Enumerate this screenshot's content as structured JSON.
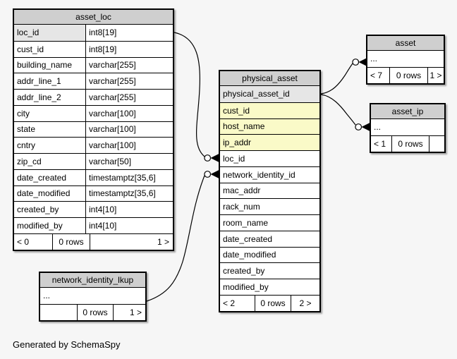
{
  "page": {
    "generator_note": "Generated by SchemaSpy"
  },
  "colors": {
    "background": "#f6f6f6",
    "table_header": "#cfcfcf",
    "primary_key_row": "#e6e6e6",
    "indexed_column_row": "#fafac8",
    "border": "#000000"
  },
  "tables": {
    "asset_loc": {
      "title": "asset_loc",
      "columns": [
        {
          "name": "loc_id",
          "type": "int8[19]"
        },
        {
          "name": "cust_id",
          "type": "int8[19]"
        },
        {
          "name": "building_name",
          "type": "varchar[255]"
        },
        {
          "name": "addr_line_1",
          "type": "varchar[255]"
        },
        {
          "name": "addr_line_2",
          "type": "varchar[255]"
        },
        {
          "name": "city",
          "type": "varchar[100]"
        },
        {
          "name": "state",
          "type": "varchar[100]"
        },
        {
          "name": "cntry",
          "type": "varchar[100]"
        },
        {
          "name": "zip_cd",
          "type": "varchar[50]"
        },
        {
          "name": "date_created",
          "type": "timestamptz[35,6]"
        },
        {
          "name": "date_modified",
          "type": "timestamptz[35,6]"
        },
        {
          "name": "created_by",
          "type": "int4[10]"
        },
        {
          "name": "modified_by",
          "type": "int4[10]"
        }
      ],
      "footer": {
        "prev": "< 0",
        "rows": "0 rows",
        "next": "1 >"
      }
    },
    "physical_asset": {
      "title": "physical_asset",
      "columns": [
        {
          "name": "physical_asset_id"
        },
        {
          "name": "cust_id"
        },
        {
          "name": "host_name"
        },
        {
          "name": "ip_addr"
        },
        {
          "name": "loc_id"
        },
        {
          "name": "network_identity_id"
        },
        {
          "name": "mac_addr"
        },
        {
          "name": "rack_num"
        },
        {
          "name": "room_name"
        },
        {
          "name": "date_created"
        },
        {
          "name": "date_modified"
        },
        {
          "name": "created_by"
        },
        {
          "name": "modified_by"
        }
      ],
      "footer": {
        "prev": "< 2",
        "rows": "0 rows",
        "next": "2 >"
      }
    },
    "asset": {
      "title": "asset",
      "ellipsis": "...",
      "footer": {
        "prev": "< 7",
        "rows": "0 rows",
        "next": "1 >"
      }
    },
    "asset_ip": {
      "title": "asset_ip",
      "ellipsis": "...",
      "footer": {
        "prev": "< 1",
        "rows": "0 rows",
        "next": ""
      }
    },
    "network_identity_lkup": {
      "title": "network_identity_lkup",
      "ellipsis": "...",
      "footer": {
        "prev": "",
        "rows": "0 rows",
        "next": "1 >"
      }
    }
  },
  "relationships": [
    {
      "from": "asset_loc.loc_id",
      "to": "physical_asset.loc_id",
      "marker": "zero-or-many"
    },
    {
      "from": "physical_asset.physical_asset_id",
      "to": "asset",
      "marker": "zero-or-many"
    },
    {
      "from": "physical_asset.physical_asset_id",
      "to": "asset_ip",
      "marker": "zero-or-many"
    },
    {
      "from": "network_identity_lkup",
      "to": "physical_asset.network_identity_id",
      "marker": "zero-or-many"
    }
  ]
}
